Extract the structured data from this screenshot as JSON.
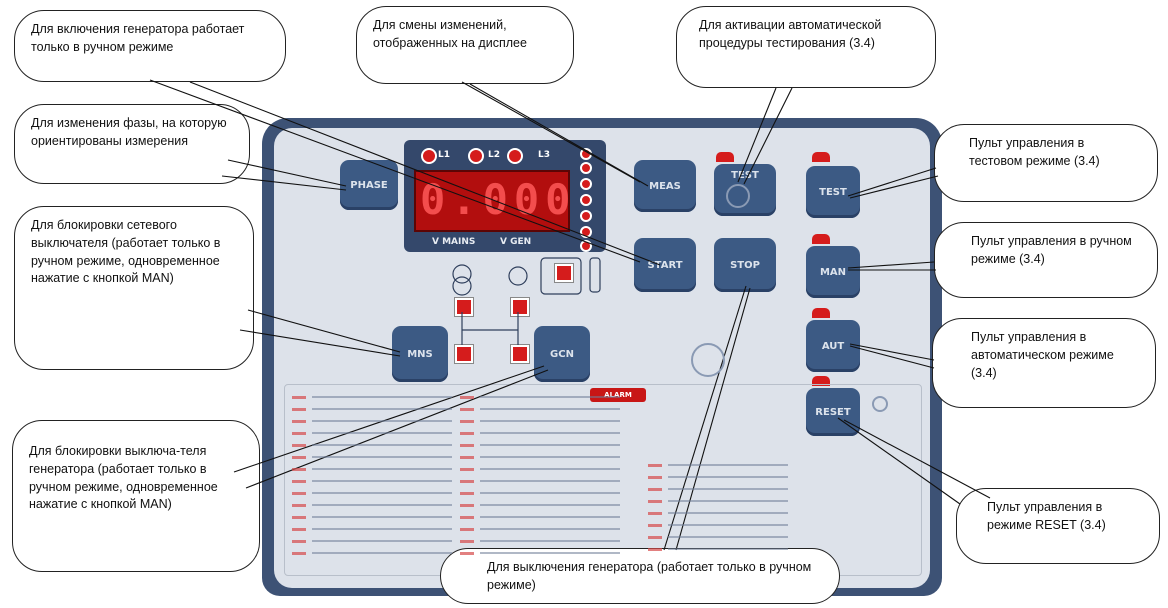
{
  "panel": {
    "display_value": "0.000",
    "phase_labels": [
      "L1",
      "L2",
      "L3"
    ],
    "v_mains_label": "V MAINS",
    "v_gen_label": "V GEN",
    "alarm_label": "ALARM",
    "colors": {
      "panel": "#3d5275",
      "face": "#dde2ea",
      "button": "#3c5a84",
      "led": "#d51c1c",
      "display": "#b20e0e"
    }
  },
  "buttons": {
    "phase": "PHASE",
    "meas": "MEAS",
    "test": "TEST",
    "start": "START",
    "stop": "STOP",
    "mns": "MNS",
    "gcn": "GCN",
    "mode_test": "TEST",
    "man": "MAN",
    "aut": "AUT",
    "reset": "RESET"
  },
  "callouts": {
    "gen_on": "Для включения генератора работает только в ручном режиме",
    "display_change": "Для смены изменений, отображенных на дисплее",
    "auto_test": "Для активации автоматической процедуры тестирования (3.4)",
    "phase": "Для изменения фазы, на которую ориентированы измерения",
    "mains_lock": "Для блокировки сетевого выключателя (работает только в ручном режиме, одновременное нажатие с кнопкой MAN)",
    "test_mode": "Пульт управления в тестовом режиме (3.4)",
    "man_mode": "Пульт управления в ручном режиме (3.4)",
    "auto_mode": "Пульт управления в автоматическом режиме (3.4)",
    "gen_lock": "Для блокировки выключа-теля генератора (работает только в ручном режиме, одновременное нажатие с кнопкой MAN)",
    "reset_mode": "Пульт управления в режиме RESET (3.4)",
    "gen_off": "Для выключения генератора (работает только в ручном режиме)"
  }
}
